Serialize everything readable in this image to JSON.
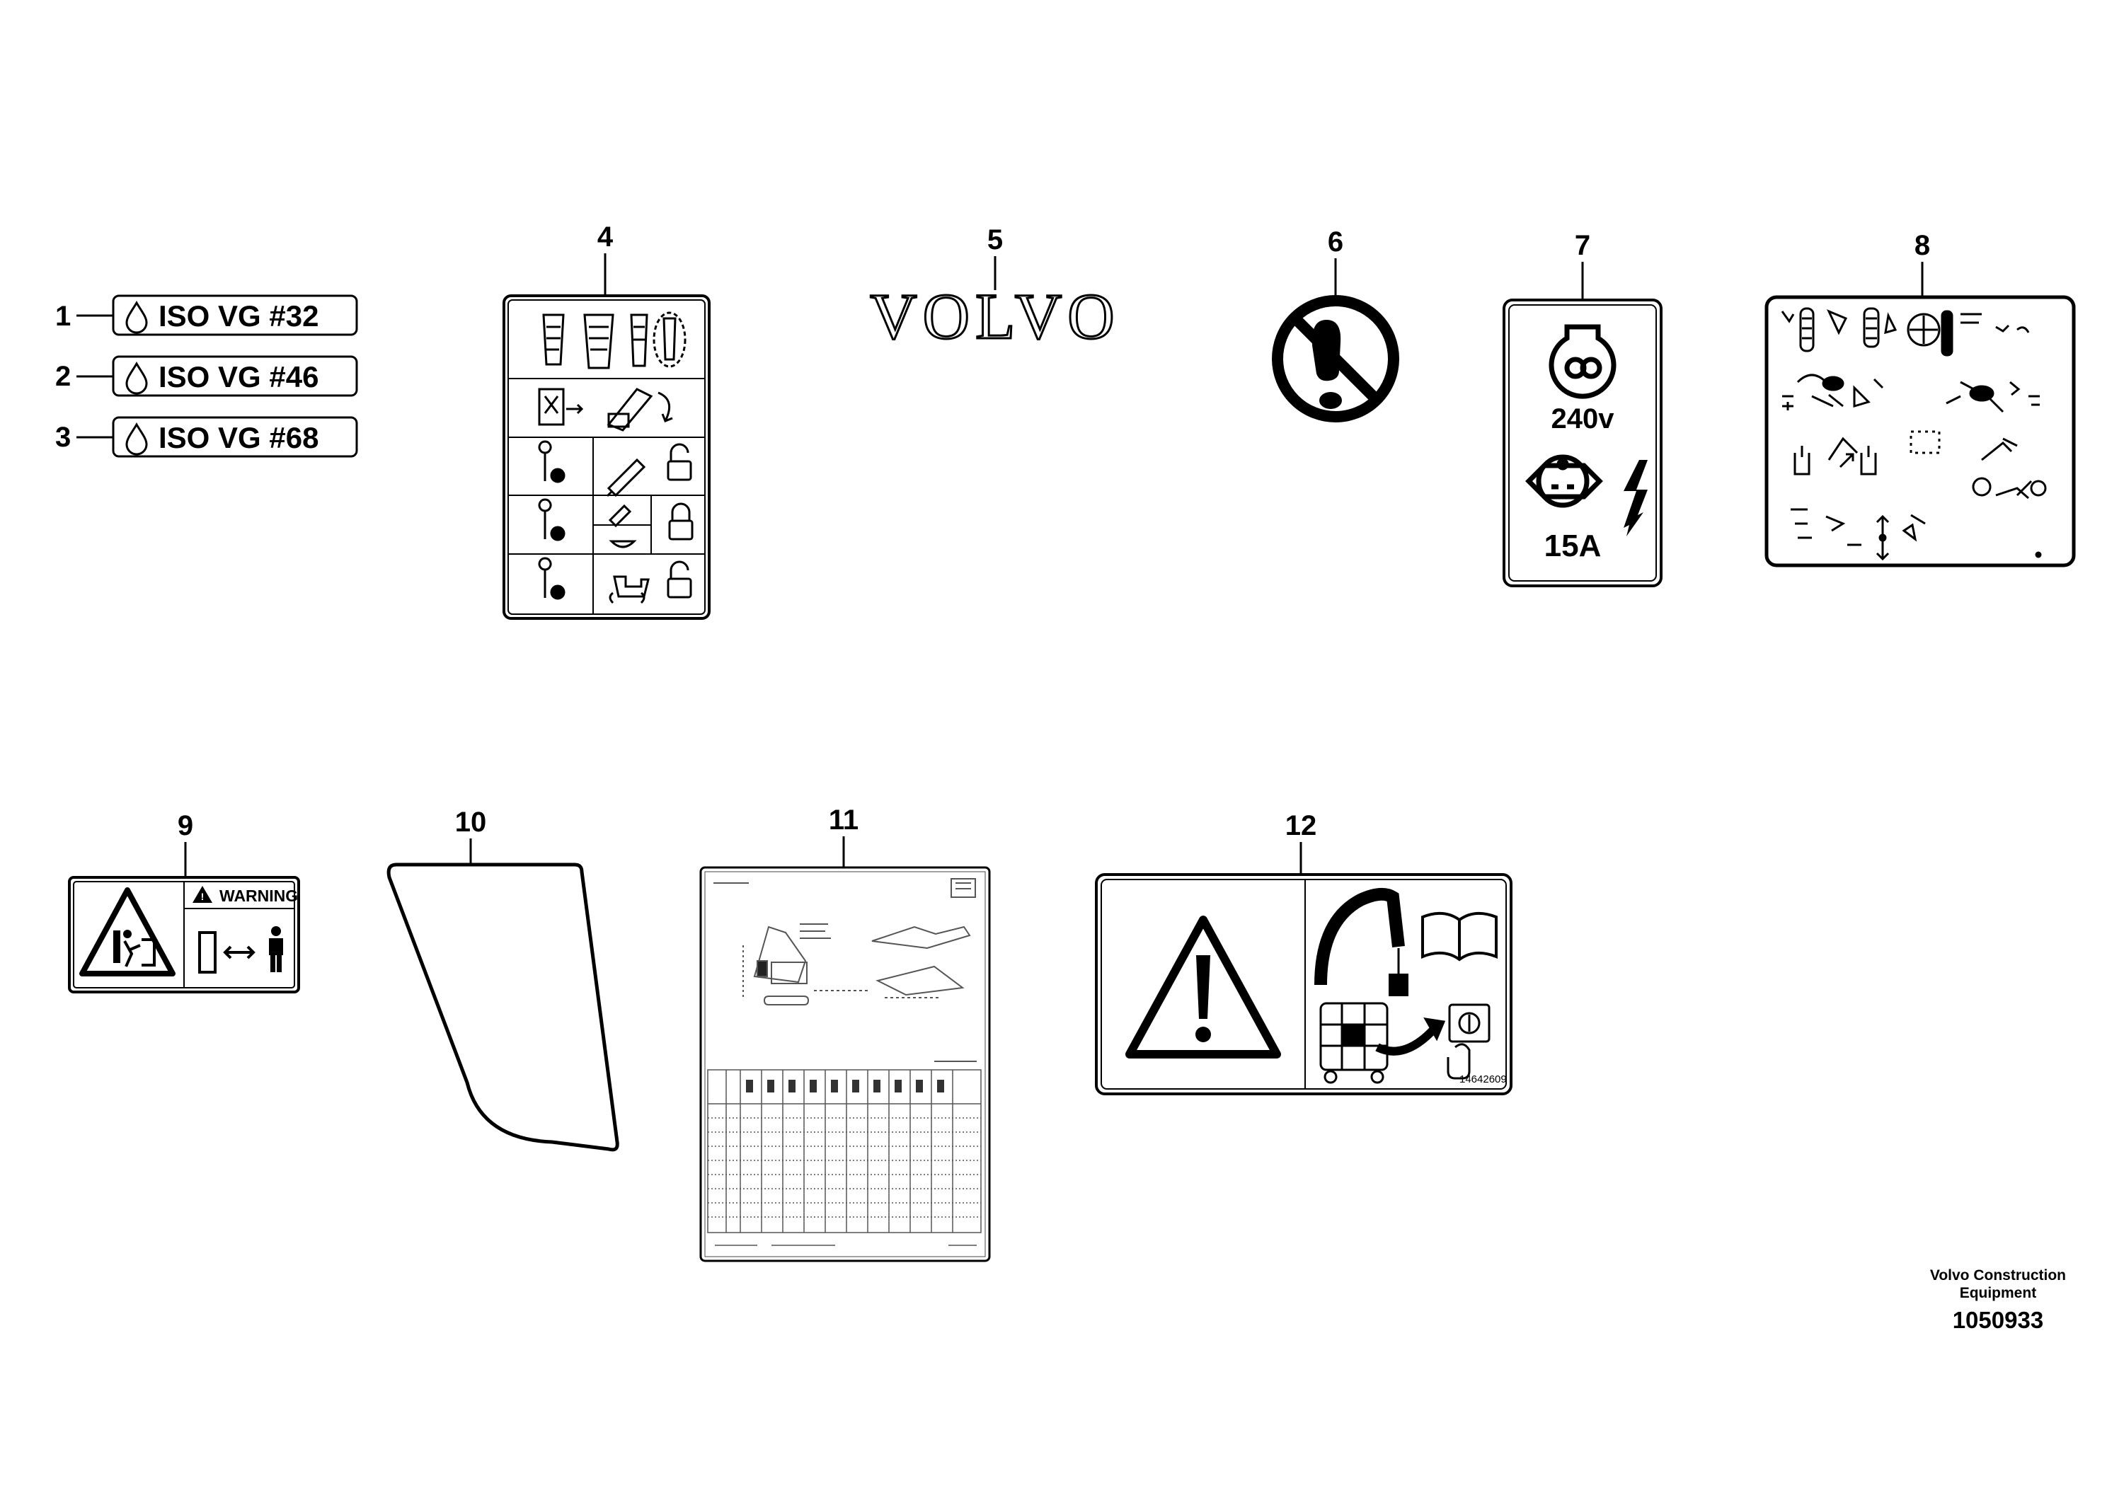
{
  "callouts": [
    "1",
    "2",
    "3",
    "4",
    "5",
    "6",
    "7",
    "8",
    "9",
    "10",
    "11",
    "12"
  ],
  "oil_labels": [
    "ISO VG #32",
    "ISO VG #46",
    "ISO VG #68"
  ],
  "brand_logo": "VOLVO",
  "socket_label": {
    "voltage": "240v",
    "current": "15A"
  },
  "warning_decal": {
    "heading": "WARNING"
  },
  "safety_decal": {
    "part_code": "14642609"
  },
  "footer": {
    "company_line1": "Volvo Construction",
    "company_line2": "Equipment",
    "drawing_number": "1050933"
  },
  "icons": [
    "droplet-icon",
    "no-step-icon",
    "power-outlet-icon",
    "socket-icon",
    "lightning-icon",
    "crush-hazard-icon",
    "exclamation-icon",
    "manual-book-icon",
    "excavator-icon",
    "padlock-icon"
  ]
}
